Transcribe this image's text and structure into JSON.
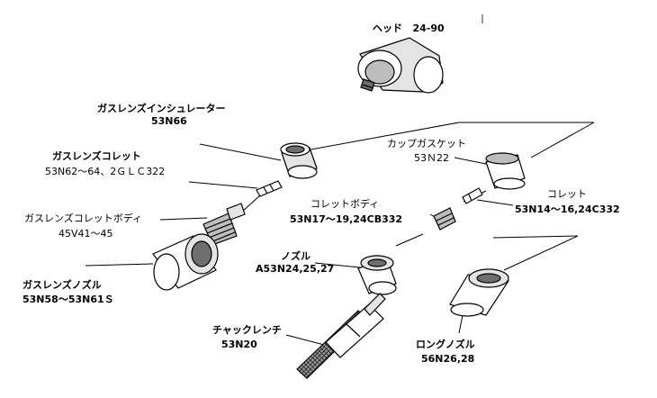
{
  "colors": {
    "line": "#000000",
    "part_fill": "#ffffff",
    "shade_light": "#e4e4e4",
    "shade_mid": "#bdbdbd",
    "shade_dark": "#6e6e6e",
    "background": "#ffffff"
  },
  "parts": {
    "head": {
      "name": "ヘッド",
      "code": "24-90"
    },
    "gas_lens_insulator": {
      "name": "ガスレンズインシュレーター",
      "code": "53N66"
    },
    "gas_lens_collet": {
      "name": "ガスレンズコレット",
      "code": "53N62～64、2ＧＬＣ322"
    },
    "gas_lens_collet_body": {
      "name": "ガスレンズコレットボディ",
      "code": "45V41～45"
    },
    "gas_lens_nozzle": {
      "name": "ガスレンズノズル",
      "code": "53N58～53N61Ｓ"
    },
    "cup_gasket": {
      "name": "カップガスケット",
      "code": "53Ｎ22"
    },
    "collet_body": {
      "name": "コレットボディ",
      "code": "53N17～19,24CB332"
    },
    "collet": {
      "name": "コレット",
      "code": "53N14～16,24C332"
    },
    "nozzle": {
      "name": "ノズル",
      "code": "A53N24,25,27"
    },
    "chuck_wrench": {
      "name": "チャックレンチ",
      "code": "53N20"
    },
    "long_nozzle": {
      "name": "ロングノズル",
      "code": "56N26,28"
    }
  }
}
